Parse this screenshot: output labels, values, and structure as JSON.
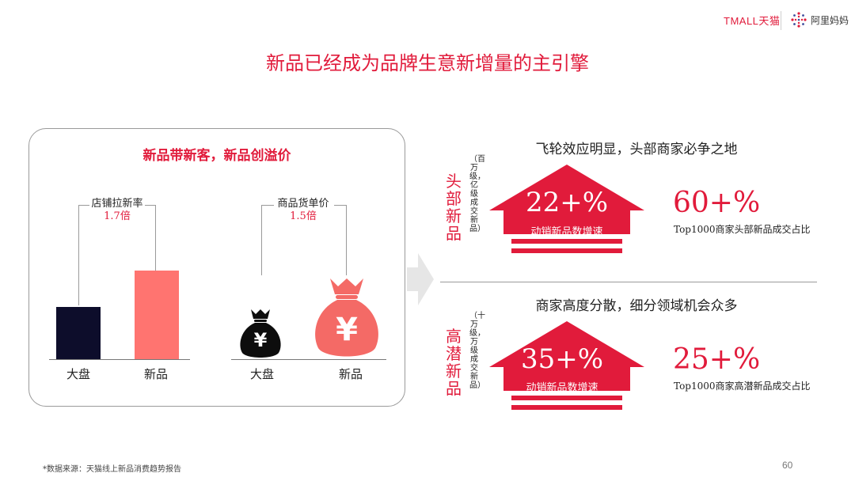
{
  "header": {
    "tmall_logo_text": "TMALL天猫",
    "alimama_logo_text": "阿里妈妈"
  },
  "title": "新品已经成为品牌生意新增量的主引擎",
  "left_panel": {
    "title": "新品带新客，新品创溢价",
    "metric_left": {
      "label": "店铺拉新率",
      "value": "1.7倍",
      "bar_labels": [
        "大盘",
        "新品"
      ],
      "bar_values": [
        1.0,
        1.7
      ],
      "colors": [
        "#0d0d2b",
        "#ff7470"
      ]
    },
    "metric_right": {
      "label": "商品货单价",
      "value": "1.5倍",
      "bag_labels": [
        "大盘",
        "新品"
      ],
      "bag_icons": [
        "money-bag-yen-icon",
        "money-bag-yen-icon"
      ],
      "colors": [
        "#0d0d0d",
        "#f46a66"
      ],
      "bag_symbol": "¥"
    }
  },
  "top_section": {
    "heading": "飞轮效应明显，头部商家必争之地",
    "vertical_label": "头部新品",
    "vertical_note": "（百万级，亿级成交新品）",
    "arrow_value": "22+%",
    "arrow_caption": "动销新品数增速",
    "stat_value": "60+%",
    "stat_caption": "Top1000商家头部新品成交占比"
  },
  "bottom_section": {
    "heading": "商家高度分散，细分领域机会众多",
    "vertical_label": "高潜新品",
    "vertical_note": "（十万级，万级成交新品）",
    "arrow_value": "35+%",
    "arrow_caption": "动销新品数增速",
    "stat_value": "25+%",
    "stat_caption": "Top1000商家高潜新品成交占比"
  },
  "footnote": "*数据来源：天猫线上新品消费趋势报告",
  "page_number": "60",
  "colors": {
    "accent": "#e11b3b",
    "dark": "#0d0d2b",
    "salmon": "#ff7470"
  }
}
